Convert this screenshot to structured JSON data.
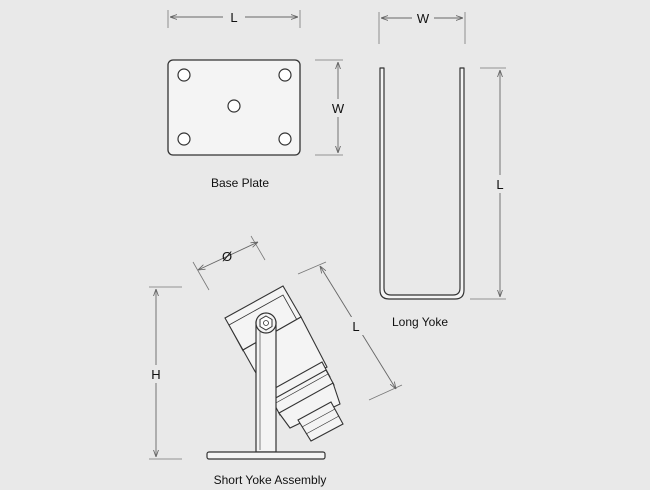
{
  "colors": {
    "background": "#e9e9e9",
    "stroke": "#333333",
    "fill": "#f4f4f4",
    "dimension": "#666666"
  },
  "base_plate": {
    "caption": "Base Plate",
    "dim_length": "L",
    "dim_width": "W"
  },
  "long_yoke": {
    "caption": "Long Yoke",
    "dim_width": "W",
    "dim_length": "L"
  },
  "short_yoke": {
    "caption": "Short Yoke Assembly",
    "dim_diameter": "Ø",
    "dim_length": "L",
    "dim_height": "H"
  },
  "icons": {
    "arrowheads": "arrow-icon",
    "mounting_holes": "hole-icon",
    "pivot_bolt": "bolt-icon"
  }
}
